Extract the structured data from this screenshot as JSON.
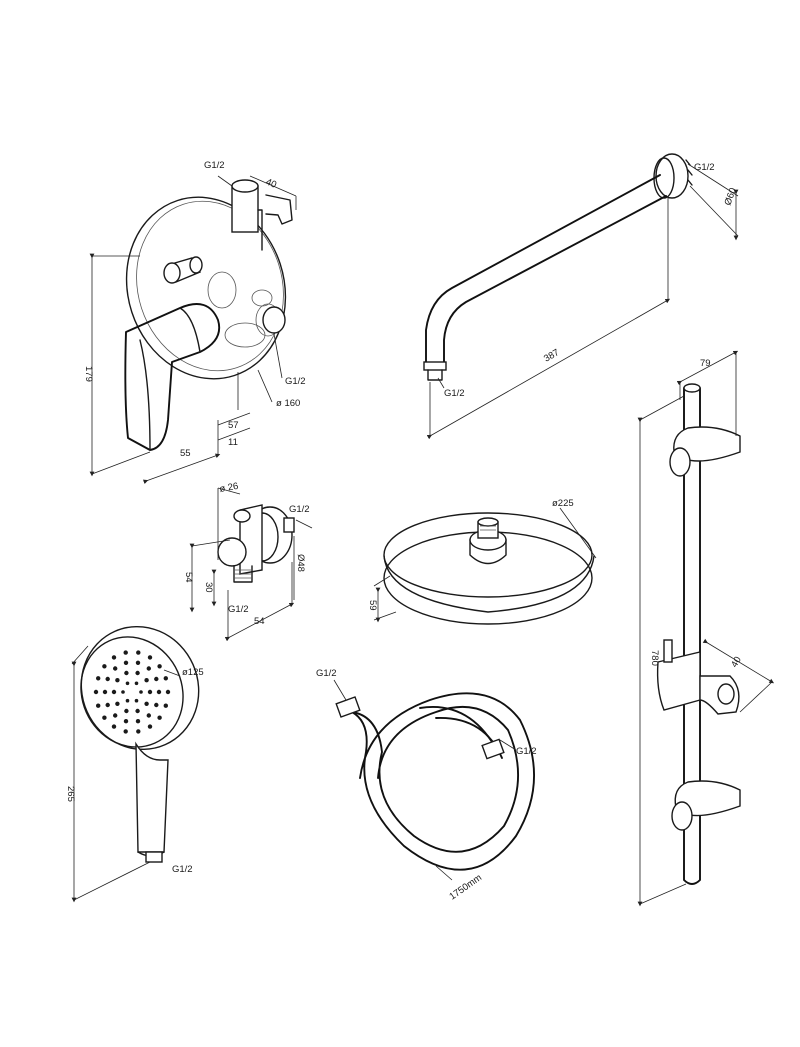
{
  "labels": {
    "mixer_inlet": "G1/2",
    "mixer_depth": "40",
    "mixer_height": "179",
    "mixer_outlet": "G1/2",
    "mixer_plate_diameter": "ø 160",
    "mixer_dim_57": "57",
    "mixer_dim_11": "11",
    "mixer_dim_55": "55",
    "arm_thread_top": "G1/2",
    "arm_flange_diameter": "Ø60",
    "arm_length": "387",
    "arm_thread_bottom": "G1/2",
    "elbow_diameter": "ø 26",
    "elbow_thread": "G1/2",
    "elbow_height": "54",
    "elbow_offset": "30",
    "elbow_flange": "Ø48",
    "elbow_bottom_thread": "G1/2",
    "elbow_width": "54",
    "head_diameter": "ø225",
    "head_height": "59",
    "bar_width": "79",
    "bar_height": "780",
    "bar_holder_depth": "40",
    "handshower_diameter": "ø125",
    "handshower_length": "265",
    "handshower_thread": "G1/2",
    "hose_thread_left": "G1/2",
    "hose_thread_right": "G1/2",
    "hose_length": "1750mm"
  },
  "colors": {
    "line": "#1a1a1a",
    "background": "#ffffff"
  }
}
